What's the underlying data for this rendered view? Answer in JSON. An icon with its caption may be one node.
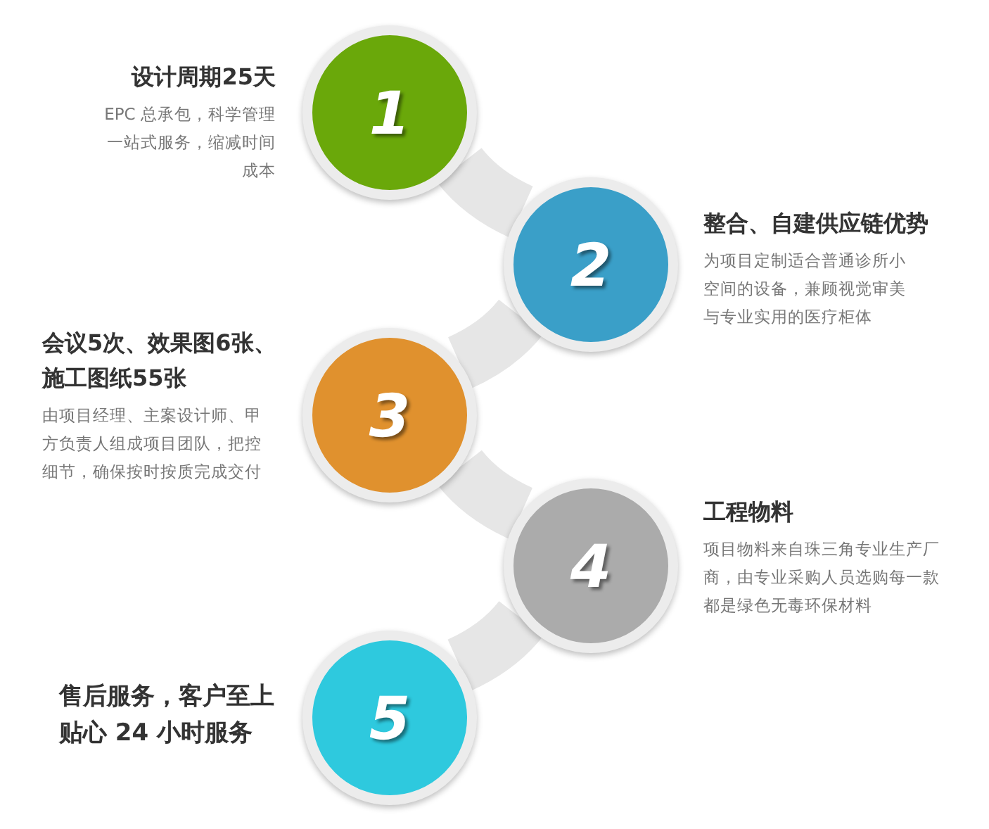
{
  "diagram": {
    "nodes": [
      {
        "text": [
          "1"
        ],
        "beside": [
          "设计周期25天",
          "EPC 总承包，科学管理一站式服务，缩减时间成本"
        ]
      },
      {
        "text": [
          "2"
        ],
        "beside": [
          "整合、自建供应链优势",
          "为项目定制适合普通诊所小空间的设备，兼顾视觉审美与专业实用的医疗柜体"
        ]
      },
      {
        "text": [
          "3"
        ],
        "beside": [
          "会议5次、效果图6张、施工图纸55张",
          "由项目经理、主案设计师、甲方负责人组成项目团队，把控细节，确保按时按质完成交付"
        ]
      },
      {
        "text": [
          "4"
        ],
        "beside": [
          "工程物料",
          "项目物料来自珠三角专业生产厂商，由专业采购人员选购每一款都是绿色无毒环保材料"
        ]
      },
      {
        "text": [
          "5"
        ],
        "beside": [
          "售后服务，客户至上贴心 24 小时服务"
        ]
      }
    ],
    "edges": [
      {
        "from": 0,
        "to": 1,
        "arrow": "none"
      },
      {
        "from": 1,
        "to": 2,
        "arrow": "none"
      },
      {
        "from": 2,
        "to": 3,
        "arrow": "none"
      },
      {
        "from": 3,
        "to": 4,
        "arrow": "none"
      }
    ]
  }
}
